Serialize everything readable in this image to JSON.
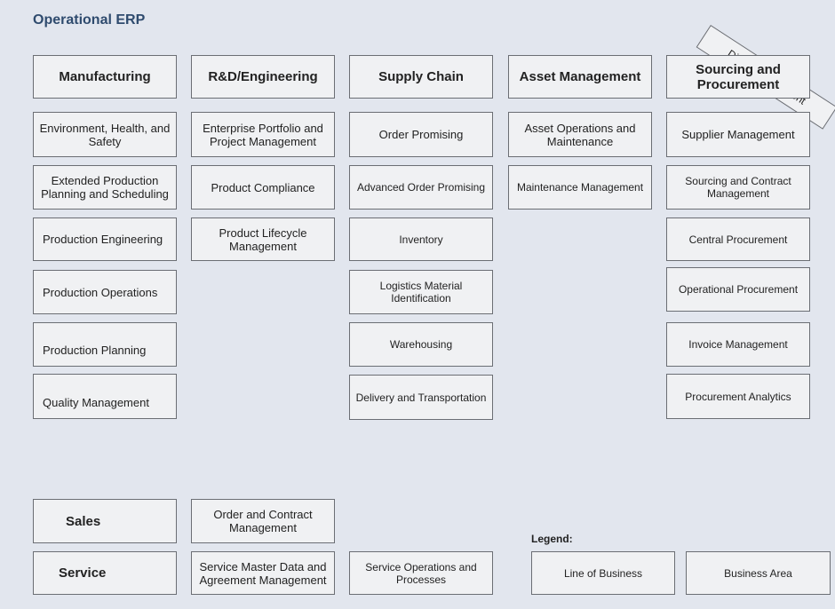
{
  "title": "Operational ERP",
  "columns": {
    "manufacturing": {
      "header": "Manufacturing",
      "items": [
        "Environment, Health, and Safety",
        "Extended Production Planning and Scheduling",
        "Production Engineering",
        "Production Operations",
        "Production Planning",
        "Quality Management"
      ]
    },
    "rnd": {
      "header": "R&D/Engineering",
      "items": [
        "Enterprise Portfolio and Project Management",
        "Product Compliance",
        "Product Lifecycle Management"
      ]
    },
    "supply_chain": {
      "header": "Supply Chain",
      "items": [
        "Order Promising",
        "Advanced Order Promising",
        "Inventory",
        "Logistics Material Identification",
        "Warehousing",
        "Delivery and Transportation"
      ]
    },
    "asset": {
      "header": "Asset Management",
      "items": [
        "Asset Operations and Maintenance",
        "Maintenance Management"
      ]
    },
    "sourcing": {
      "header": "Sourcing and Procurement",
      "items": [
        "Supplier Management",
        "Sourcing and Contract Management",
        "Central Procurement",
        "Operational Procurement",
        "Invoice Management",
        "Procurement Analytics"
      ]
    }
  },
  "direct_procurement": "Direct procurement",
  "sales": {
    "header": "Sales",
    "items": [
      "Order and Contract Management"
    ]
  },
  "service": {
    "header": "Service",
    "items": [
      "Service Master Data and Agreement Management",
      "Service Operations and Processes"
    ]
  },
  "legend": {
    "title": "Legend:",
    "lob": "Line of Business",
    "area": "Business Area"
  }
}
